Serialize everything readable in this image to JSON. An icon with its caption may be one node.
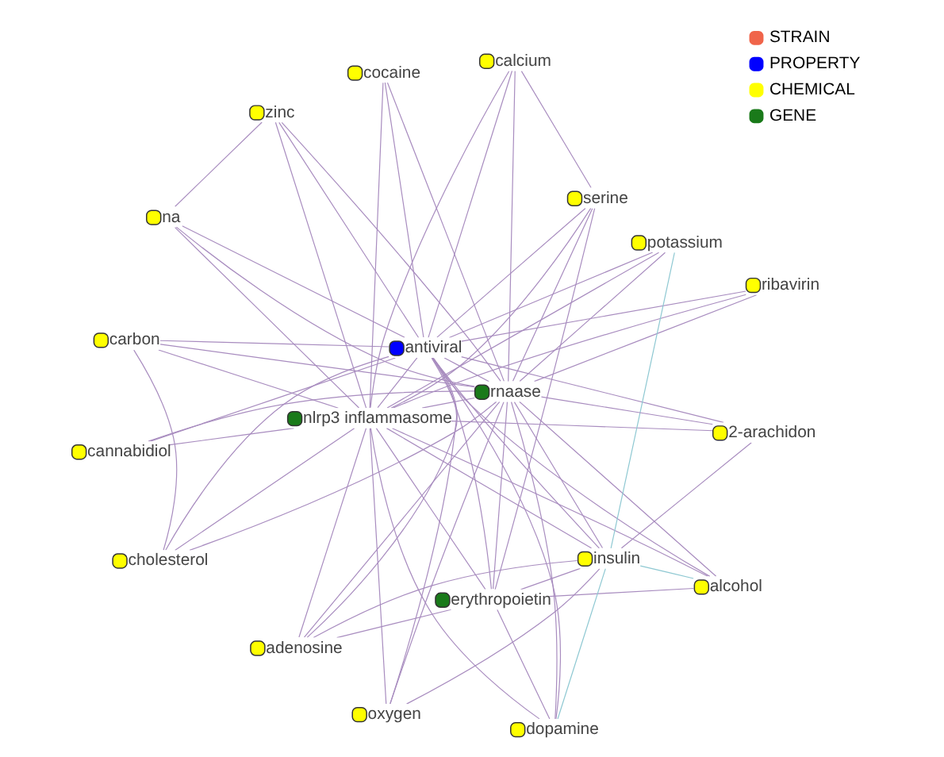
{
  "diagram": {
    "nodes": [
      {
        "text": [
          "erythropoietin"
        ]
      },
      {
        "text": [
          "ribavirin"
        ]
      },
      {
        "text": [
          "oxygen"
        ]
      },
      {
        "text": [
          "cocaine"
        ]
      },
      {
        "text": [
          "serine"
        ]
      },
      {
        "text": [
          "antiviral"
        ]
      },
      {
        "text": [
          "cannabidiol"
        ]
      },
      {
        "text": [
          "alcohol"
        ]
      },
      {
        "text": [
          "nlrp3 inflammasome"
        ]
      },
      {
        "text": [
          "dopamine"
        ]
      },
      {
        "text": [
          "insulin"
        ]
      },
      {
        "text": [
          "adenosine"
        ]
      },
      {
        "text": [
          "2-arachidon"
        ]
      },
      {
        "text": [
          "potassium"
        ]
      },
      {
        "text": [
          "calcium"
        ]
      },
      {
        "text": [
          "cholesterol"
        ]
      },
      {
        "text": [
          "rnaase"
        ]
      },
      {
        "text": [
          "na"
        ]
      },
      {
        "text": [
          "carbon"
        ]
      },
      {
        "text": [
          "zinc"
        ]
      }
    ],
    "edges": [
      {
        "from": 0,
        "to": 4,
        "arrow": "none"
      },
      {
        "from": 0,
        "to": 11,
        "arrow": "none"
      },
      {
        "from": 0,
        "to": 5,
        "arrow": "none"
      },
      {
        "from": 0,
        "to": 7,
        "arrow": "none"
      },
      {
        "from": 0,
        "to": 8,
        "arrow": "none"
      },
      {
        "from": 0,
        "to": 10,
        "arrow": "none"
      },
      {
        "from": 0,
        "to": 16,
        "arrow": "none"
      },
      {
        "from": 0,
        "to": 9,
        "arrow": "none"
      },
      {
        "from": 1,
        "to": 5,
        "arrow": "none"
      },
      {
        "from": 1,
        "to": 8,
        "arrow": "none"
      },
      {
        "from": 1,
        "to": 16,
        "arrow": "none"
      },
      {
        "from": 2,
        "to": 5,
        "arrow": "none"
      },
      {
        "from": 2,
        "to": 8,
        "arrow": "none"
      },
      {
        "from": 2,
        "to": 10,
        "arrow": "none"
      },
      {
        "from": 2,
        "to": 16,
        "arrow": "none"
      },
      {
        "from": 3,
        "to": 5,
        "arrow": "none"
      },
      {
        "from": 3,
        "to": 8,
        "arrow": "none"
      },
      {
        "from": 3,
        "to": 16,
        "arrow": "none"
      },
      {
        "from": 4,
        "to": 5,
        "arrow": "none"
      },
      {
        "from": 4,
        "to": 8,
        "arrow": "none"
      },
      {
        "from": 4,
        "to": 16,
        "arrow": "none"
      },
      {
        "from": 4,
        "to": 14,
        "arrow": "none"
      },
      {
        "from": 5,
        "to": 8,
        "arrow": "none"
      },
      {
        "from": 5,
        "to": 16,
        "arrow": "none"
      },
      {
        "from": 5,
        "to": 6,
        "arrow": "none"
      },
      {
        "from": 5,
        "to": 7,
        "arrow": "none"
      },
      {
        "from": 5,
        "to": 9,
        "arrow": "none"
      },
      {
        "from": 5,
        "to": 10,
        "arrow": "none"
      },
      {
        "from": 5,
        "to": 11,
        "arrow": "none"
      },
      {
        "from": 5,
        "to": 12,
        "arrow": "none"
      },
      {
        "from": 5,
        "to": 13,
        "arrow": "none"
      },
      {
        "from": 5,
        "to": 14,
        "arrow": "none"
      },
      {
        "from": 5,
        "to": 15,
        "arrow": "none"
      },
      {
        "from": 5,
        "to": 17,
        "arrow": "none"
      },
      {
        "from": 5,
        "to": 18,
        "arrow": "none"
      },
      {
        "from": 5,
        "to": 19,
        "arrow": "none"
      },
      {
        "from": 6,
        "to": 8,
        "arrow": "none"
      },
      {
        "from": 6,
        "to": 16,
        "arrow": "none"
      },
      {
        "from": 7,
        "to": 8,
        "arrow": "none"
      },
      {
        "from": 7,
        "to": 16,
        "arrow": "none"
      },
      {
        "from": 7,
        "to": 10,
        "arrow": "none",
        "color": "#8ec8d2"
      },
      {
        "from": 8,
        "to": 16,
        "arrow": "none"
      },
      {
        "from": 8,
        "to": 9,
        "arrow": "none"
      },
      {
        "from": 8,
        "to": 10,
        "arrow": "none"
      },
      {
        "from": 8,
        "to": 11,
        "arrow": "none"
      },
      {
        "from": 8,
        "to": 12,
        "arrow": "none"
      },
      {
        "from": 8,
        "to": 13,
        "arrow": "none"
      },
      {
        "from": 8,
        "to": 14,
        "arrow": "none"
      },
      {
        "from": 8,
        "to": 15,
        "arrow": "none"
      },
      {
        "from": 8,
        "to": 17,
        "arrow": "none"
      },
      {
        "from": 8,
        "to": 18,
        "arrow": "none"
      },
      {
        "from": 8,
        "to": 19,
        "arrow": "none"
      },
      {
        "from": 9,
        "to": 16,
        "arrow": "none"
      },
      {
        "from": 9,
        "to": 10,
        "arrow": "none",
        "color": "#8ec8d2"
      },
      {
        "from": 10,
        "to": 16,
        "arrow": "none"
      },
      {
        "from": 10,
        "to": 12,
        "arrow": "none"
      },
      {
        "from": 10,
        "to": 13,
        "arrow": "none",
        "color": "#8ec8d2"
      },
      {
        "from": 11,
        "to": 16,
        "arrow": "none"
      },
      {
        "from": 11,
        "to": 10,
        "arrow": "none"
      },
      {
        "from": 12,
        "to": 16,
        "arrow": "none"
      },
      {
        "from": 13,
        "to": 16,
        "arrow": "none"
      },
      {
        "from": 14,
        "to": 16,
        "arrow": "none"
      },
      {
        "from": 15,
        "to": 16,
        "arrow": "none"
      },
      {
        "from": 15,
        "to": 18,
        "arrow": "none"
      },
      {
        "from": 16,
        "to": 17,
        "arrow": "none"
      },
      {
        "from": 16,
        "to": 18,
        "arrow": "none"
      },
      {
        "from": 16,
        "to": 19,
        "arrow": "none"
      },
      {
        "from": 17,
        "to": 19,
        "arrow": "none"
      }
    ],
    "legend": [
      {
        "text": "STRAIN",
        "color": "#f0644a"
      },
      {
        "text": "PROPERTY",
        "color": "#0000ff"
      },
      {
        "text": "CHEMICAL",
        "color": "#ffff00"
      },
      {
        "text": "GENE",
        "color": "#1a7a1a"
      }
    ]
  }
}
